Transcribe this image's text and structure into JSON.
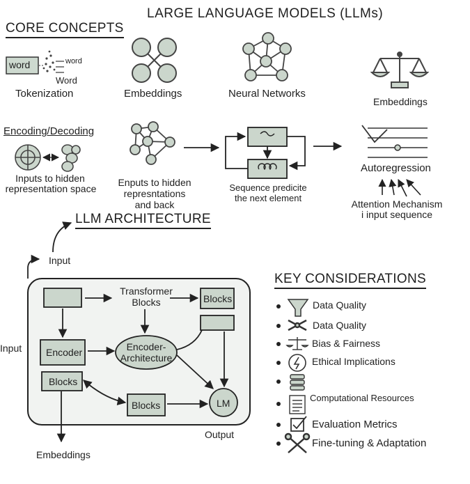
{
  "title": "LARGE LANGUAGE MODELS (LLMs)",
  "core_concepts": {
    "heading": "CORE CONCEPTS",
    "tokenization": {
      "label": "Tokenization",
      "box_word": "word",
      "token_word_1": "word",
      "token_word_2": "Word"
    },
    "embeddings": "Embeddings",
    "neural_networks": "Neural Networks",
    "embeddings_2": "Embeddings",
    "encoding_decoding": {
      "heading": "Encoding/Decoding",
      "caption_1": "Inputs to hidden",
      "caption_2": "representation space"
    },
    "enputs": {
      "line_1": "Enputs to hidden",
      "line_2": "represntations",
      "line_3": "and back"
    },
    "sequence": {
      "line_1": "Sequence predicite",
      "line_2": "the next element"
    },
    "autoregression": "Autoregression",
    "attention": {
      "line_1": "Attention Mechanism",
      "line_2": "i input sequence"
    }
  },
  "architecture": {
    "heading": "LLM ARCHITECTURE",
    "input_top": "Input",
    "input_left": "Input",
    "transformer_1": "Transformer",
    "transformer_2": "Blocks",
    "blocks_top": "Blocks",
    "encoder": "Encoder",
    "blocks_left": "Blocks",
    "enc_arch_1": "Encoder-",
    "enc_arch_2": "Architecture",
    "blocks_bottom": "Blocks",
    "lm": "LM",
    "output": "Output",
    "embeddings": "Embeddings"
  },
  "key_considerations": {
    "heading": "KEY CONSIDERATIONS",
    "items": [
      {
        "label": "Data Quality",
        "icon": "funnel-icon"
      },
      {
        "label": "Data Quality",
        "icon": "crossed-arrows-icon"
      },
      {
        "label": "Bias & Fairness",
        "icon": "scale-icon"
      },
      {
        "label": "Ethical Implications",
        "icon": "lightning-circle-icon"
      },
      {
        "label": "",
        "icon": "server-stack-icon"
      },
      {
        "label": "Computational Resources",
        "icon": "document-icon"
      },
      {
        "label": "Evaluation Metrics",
        "icon": "checkbox-icon"
      },
      {
        "label": "Fine-tuning & Adaptation",
        "icon": "tools-icon"
      }
    ]
  }
}
